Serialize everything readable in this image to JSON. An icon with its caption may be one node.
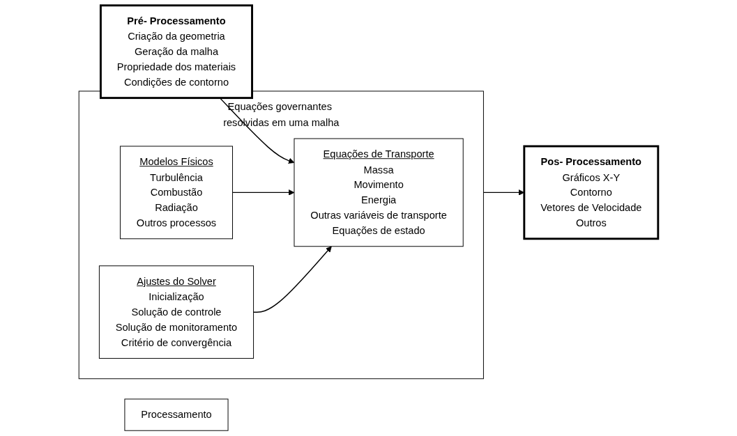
{
  "diagram": {
    "nodes": [
      {
        "text": [
          "Pré- Processamento",
          "Criação da geometria",
          "Geração da malha",
          "Propriedade dos materiais",
          "Condições de contorno"
        ]
      },
      {
        "text": [
          "Processamento"
        ]
      },
      {
        "text": [
          "Equações governantes resolvidas em uma malha"
        ]
      },
      {
        "text": [
          "Equações de Transporte",
          "Massa",
          "Movimento",
          "Energia",
          "Outras variáveis de transporte",
          "Equações de estado"
        ],
        "in": 2
      },
      {
        "text": [
          "Modelos Físicos",
          "Turbulência",
          "Combustão",
          "Radiação",
          "Outros processos"
        ],
        "in": 2
      },
      {
        "text": [
          "Ajustes do Solver",
          "Inicialização",
          "Solução de controle",
          "Solução de monitoramento",
          "Critério de convergência"
        ],
        "in": 2
      },
      {
        "text": [
          "Pos- Processamento",
          "Gráficos X-Y",
          "Contorno",
          "Vetores de Velocidade",
          "Outros"
        ]
      }
    ],
    "edges": [
      {
        "from": 0,
        "to": 3,
        "arrow": "to"
      },
      {
        "from": 4,
        "to": 3,
        "arrow": "to"
      },
      {
        "from": 5,
        "to": 3,
        "arrow": "to"
      },
      {
        "from": 2,
        "to": 6,
        "arrow": "to"
      }
    ]
  }
}
